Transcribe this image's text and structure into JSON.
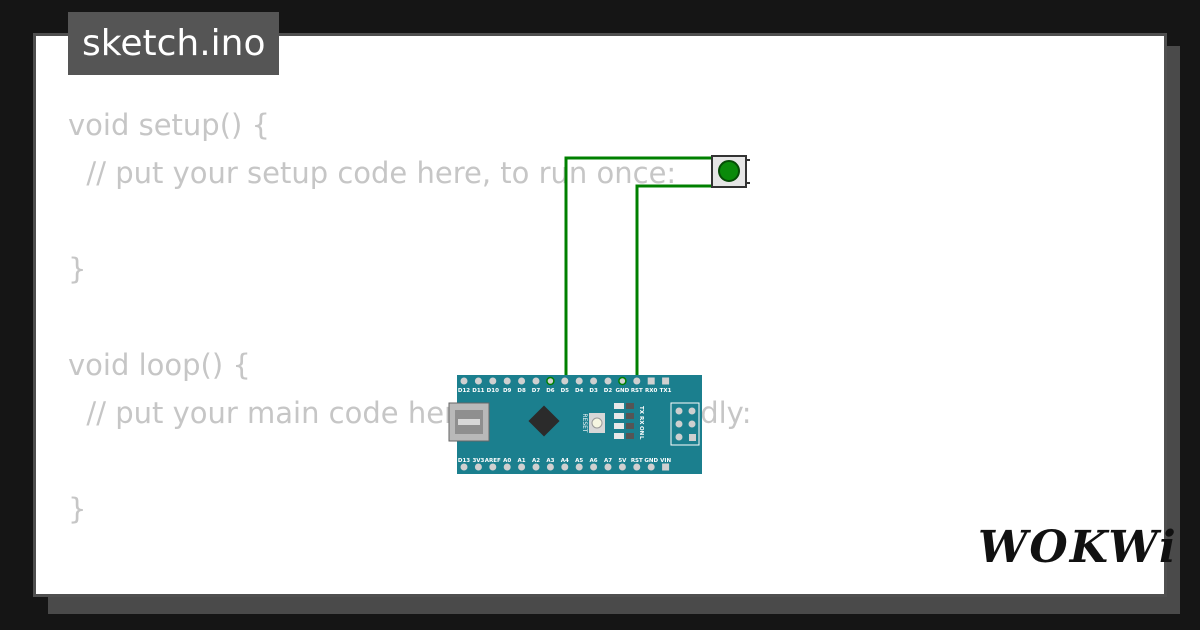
{
  "file_tab": {
    "label": "sketch.ino"
  },
  "code_lines": [
    "void setup() {",
    "  // put your setup code here, to run once:",
    "",
    "}",
    "",
    "void loop() {",
    "  // put your main code here, to run repeatedly:",
    "",
    "}"
  ],
  "board": {
    "top_pins": [
      "D12",
      "D11",
      "D10",
      "D9",
      "D8",
      "D7",
      "D6",
      "D5",
      "D4",
      "D3",
      "D2",
      "GND",
      "RST",
      "RX0",
      "TX1"
    ],
    "bottom_pins": [
      "D13",
      "3V3",
      "AREF",
      "A0",
      "A1",
      "A2",
      "A3",
      "A4",
      "A5",
      "A6",
      "A7",
      "5V",
      "RST",
      "GND",
      "VIN"
    ],
    "reset_label": "RESET",
    "led_labels": [
      "TX",
      "RX",
      "ON",
      "L"
    ]
  },
  "wire_color": "#008000",
  "board_color": "#1b7f8e",
  "button_color": "#00aa00",
  "logo": {
    "text": "WOKWi"
  }
}
